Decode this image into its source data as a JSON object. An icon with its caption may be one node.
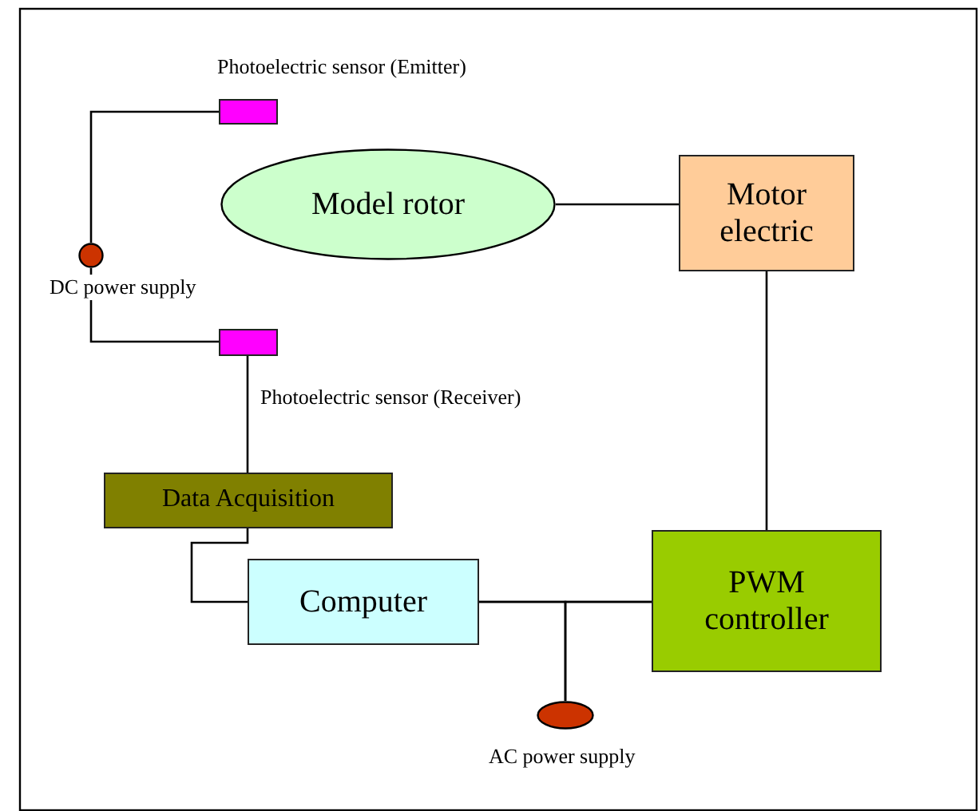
{
  "diagram": {
    "nodes": [
      {
        "text": [
          "Photoelectric sensor (Emitter)"
        ]
      },
      {
        "text": [
          "DC power supply"
        ]
      },
      {
        "text": [
          "Photoelectric sensor (Receiver)"
        ]
      },
      {
        "text": [
          "Model rotor"
        ]
      },
      {
        "text": [
          "Motor electric"
        ]
      },
      {
        "text": [
          "Data Acquisition"
        ]
      },
      {
        "text": [
          "Computer"
        ]
      },
      {
        "text": [
          "PWM controller"
        ]
      },
      {
        "text": [
          "AC power supply"
        ]
      }
    ],
    "edges": [
      {
        "from": 0,
        "to": 1,
        "arrow": "none"
      },
      {
        "from": 1,
        "to": 2,
        "arrow": "none"
      },
      {
        "from": 3,
        "to": 4,
        "arrow": "none"
      },
      {
        "from": 4,
        "to": 7,
        "arrow": "none"
      },
      {
        "from": 2,
        "to": 5,
        "arrow": "none"
      },
      {
        "from": 5,
        "to": 6,
        "arrow": "none"
      },
      {
        "from": 6,
        "to": 7,
        "arrow": "none"
      },
      {
        "from": 8,
        "to": 6,
        "arrow": "none"
      },
      {
        "from": 8,
        "to": 7,
        "arrow": "none"
      }
    ]
  }
}
